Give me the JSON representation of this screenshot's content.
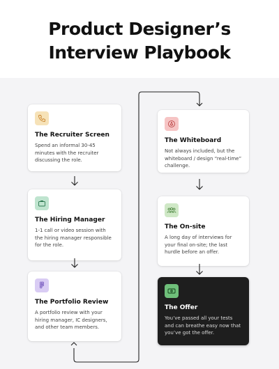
{
  "title": {
    "line1": "Product Designer’s",
    "line2": "Interview Playbook"
  },
  "steps": [
    {
      "icon": "phone-icon",
      "icon_bg": "#f6e2b8",
      "title": "The Recruiter Screen",
      "desc": "Spend an informal 30-45 minutes with the recruiter discussing the role."
    },
    {
      "icon": "briefcase-icon",
      "icon_bg": "#bfe4cf",
      "title": "The Hiring Manager",
      "desc": "1-1 call or video session with the hiring manager responsible for the role."
    },
    {
      "icon": "figma-icon",
      "icon_bg": "#d9ccf4",
      "title": "The Portfolio Review",
      "desc": "A portfolio review with your hiring manager, IC designers, and other team members."
    },
    {
      "icon": "pen-nib-icon",
      "icon_bg": "#f6c4c4",
      "title": "The Whiteboard",
      "desc": "Not always included, but the whiteboard / design “real-time” challenge."
    },
    {
      "icon": "group-icon",
      "icon_bg": "#cfe8c6",
      "title": "The On-site",
      "desc": "A long day of interviews for your final on-site; the last hurdle before an offer."
    },
    {
      "icon": "money-icon",
      "icon_bg": "#6fbf7a",
      "title": "The Offer",
      "desc": "You’ve passed all your tests and can breathe easy now that you’ve got the offer.",
      "style": "dark"
    }
  ]
}
